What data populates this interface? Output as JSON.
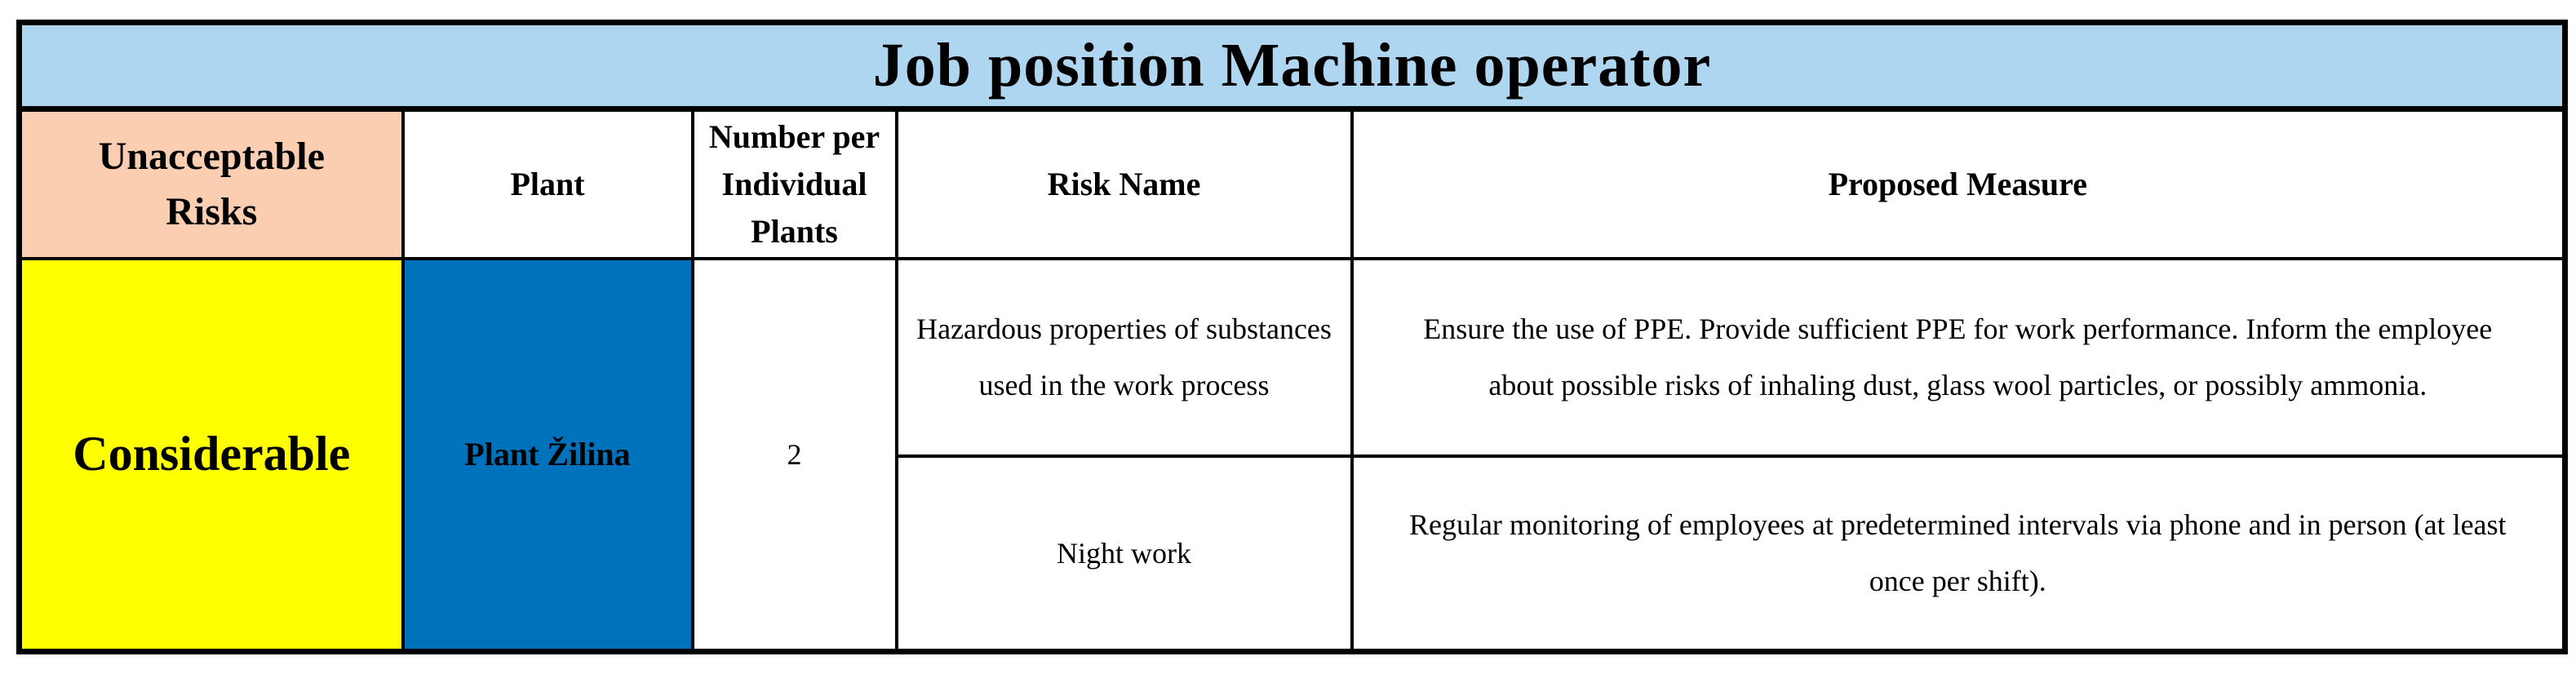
{
  "title": "Job position Machine operator",
  "columns": {
    "unacceptable_risks": "Unacceptable Risks",
    "plant": "Plant",
    "number_per_individual_plants": "Number per Individual Plants",
    "risk_name": "Risk Name",
    "proposed_measure": "Proposed Measure"
  },
  "rows": {
    "risk_level": "Considerable",
    "plant_name": "Plant Žilina",
    "number_per_plant": "2",
    "risks": [
      {
        "name": "Hazardous properties of substances used in the work process",
        "measure": "Ensure the use of PPE. Provide sufficient PPE for work performance. Inform the employee about possible risks of inhaling dust, glass wool particles, or possibly ammonia."
      },
      {
        "name": "Night work",
        "measure": "Regular monitoring of employees at predetermined intervals via phone and in person (at least once per shift)."
      }
    ]
  },
  "colors": {
    "title_bg": "#AFD6F0",
    "unacceptable_bg": "#FBCDB1",
    "risk_level_bg": "#FFFF00",
    "plant_bg": "#0072BC",
    "cell_bg": "#FFFFFF",
    "border": "#000000"
  }
}
